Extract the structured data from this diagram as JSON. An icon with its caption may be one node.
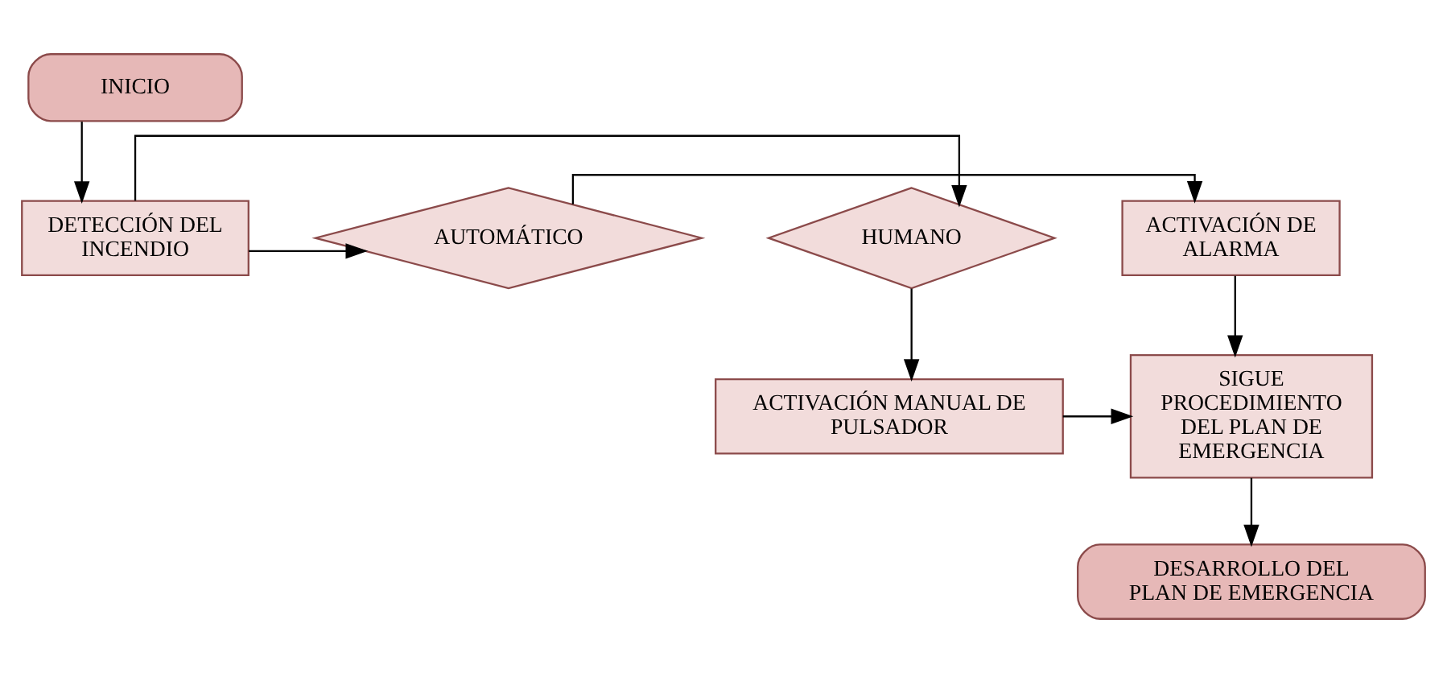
{
  "diagram": {
    "nodes": [
      {
        "text": [
          "INICIO"
        ]
      },
      {
        "text": [
          "DETECCIÓN DEL INCENDIO"
        ]
      },
      {
        "text": [
          "HUMANO"
        ]
      },
      {
        "text": [
          "AUTOMÁTICO"
        ]
      },
      {
        "text": [
          "ACTIVACIÓN DE ALARMA"
        ]
      },
      {
        "text": [
          "ACTIVACIÓN MANUAL DE PULSADOR"
        ]
      },
      {
        "text": [
          "SIGUE PROCEDIMIENTO DEL PLAN DE EMERGENCIA"
        ]
      },
      {
        "text": [
          "DESARROLLO DEL PLAN DE EMERGENCIA"
        ]
      }
    ],
    "edges": [
      {
        "from": 0,
        "to": 1,
        "arrow": "to"
      },
      {
        "from": 1,
        "to": 2,
        "arrow": "to"
      },
      {
        "from": 1,
        "to": 3,
        "arrow": "to"
      },
      {
        "from": 3,
        "to": 4,
        "arrow": "to"
      },
      {
        "from": 2,
        "to": 5,
        "arrow": "to"
      },
      {
        "from": 4,
        "to": 6,
        "arrow": "to"
      },
      {
        "from": 5,
        "to": 6,
        "arrow": "to"
      },
      {
        "from": 6,
        "to": 7,
        "arrow": "to"
      }
    ]
  }
}
